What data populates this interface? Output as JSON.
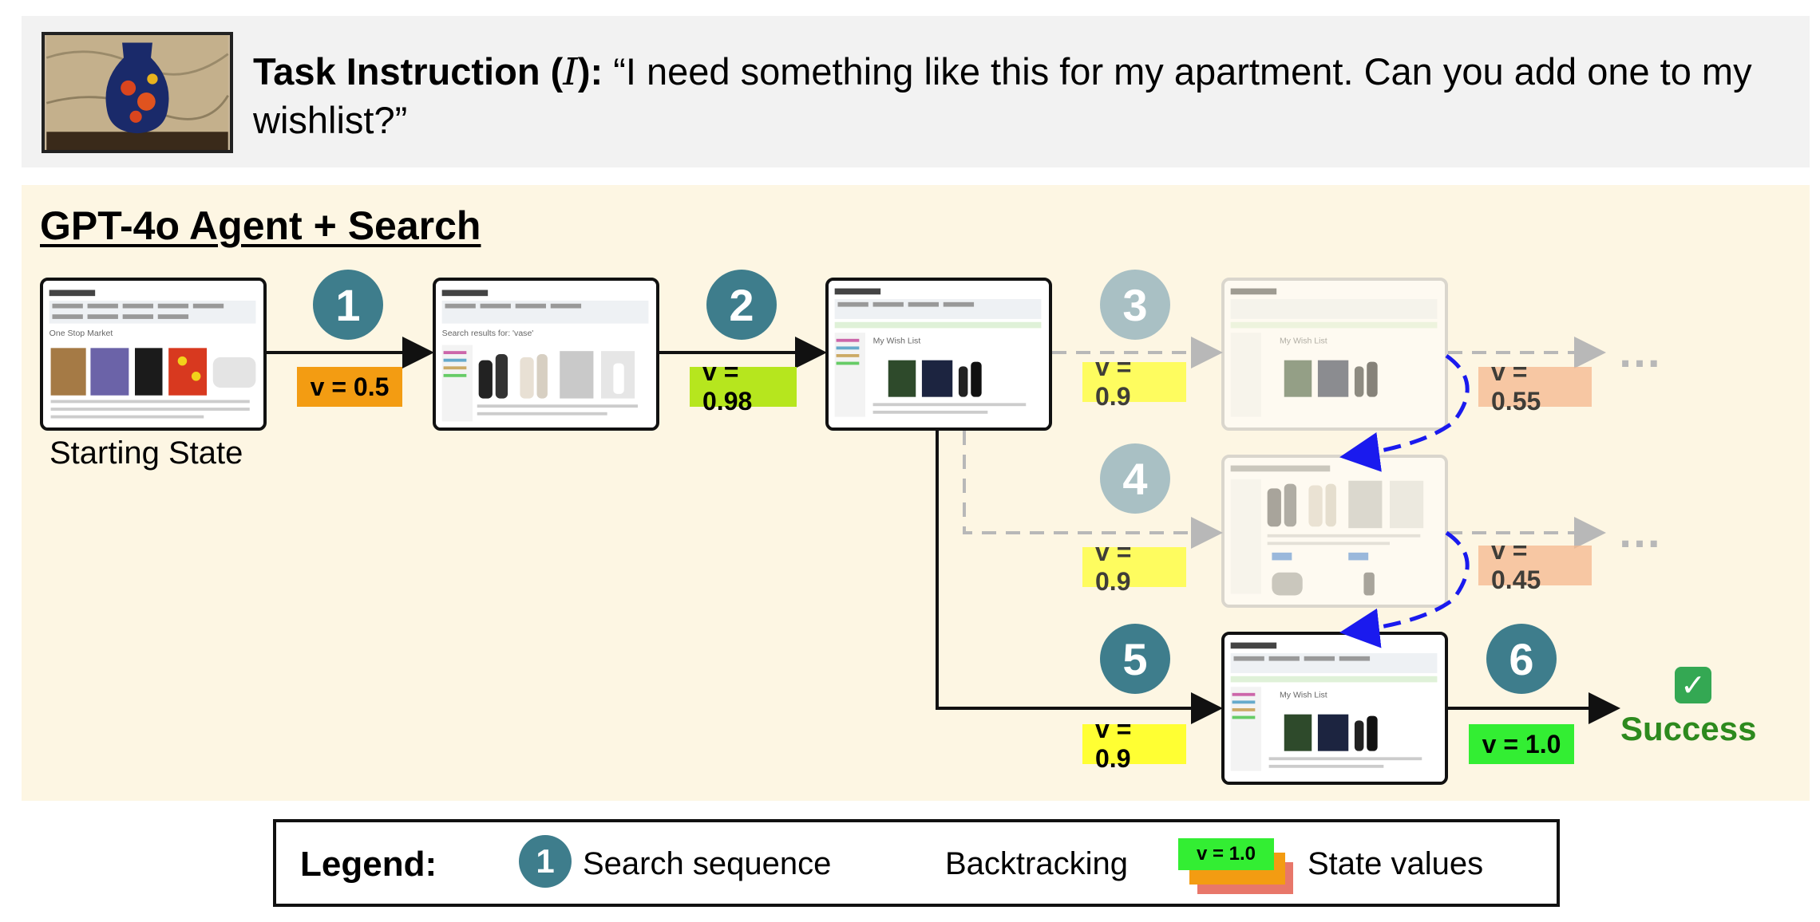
{
  "task": {
    "label": "Task Instruction (",
    "symbol": "I",
    "label_end": "):",
    "text": "“I need something like this for my apartment. Can you add one to my wishlist?”"
  },
  "panel": {
    "title": "GPT-4o Agent + Search"
  },
  "start_caption": "Starting State",
  "steps": [
    "1",
    "2",
    "3",
    "4",
    "5",
    "6"
  ],
  "values": {
    "v1": "v = 0.5",
    "v2": "v = 0.98",
    "v3a": "v = 0.9",
    "v3b": "v = 0.55",
    "v4a": "v = 0.9",
    "v4b": "v = 0.45",
    "v5": "v = 0.9",
    "v6": "v = 1.0"
  },
  "ellipsis": "…",
  "success": {
    "label": "Success",
    "check": "✓"
  },
  "shots": {
    "s1_title": "One Stop Market",
    "s2_title": "Search results for: 'vase'",
    "wish_title": "My Wish List"
  },
  "legend": {
    "title": "Legend:",
    "step": "1",
    "search": "Search sequence",
    "backtracking": "Backtracking",
    "state_values": "State values",
    "sample_value": "v = 1.0"
  },
  "colors": {
    "step": "#3e7d8c",
    "step_faded": "#a9c0c4",
    "orange": "#f39c12",
    "lime": "#b6e61e",
    "yellow": "#ffff33",
    "peach": "#f5b88e",
    "green": "#33ee33",
    "backtrack": "#1a1aee",
    "success": "#2d8a1e"
  }
}
